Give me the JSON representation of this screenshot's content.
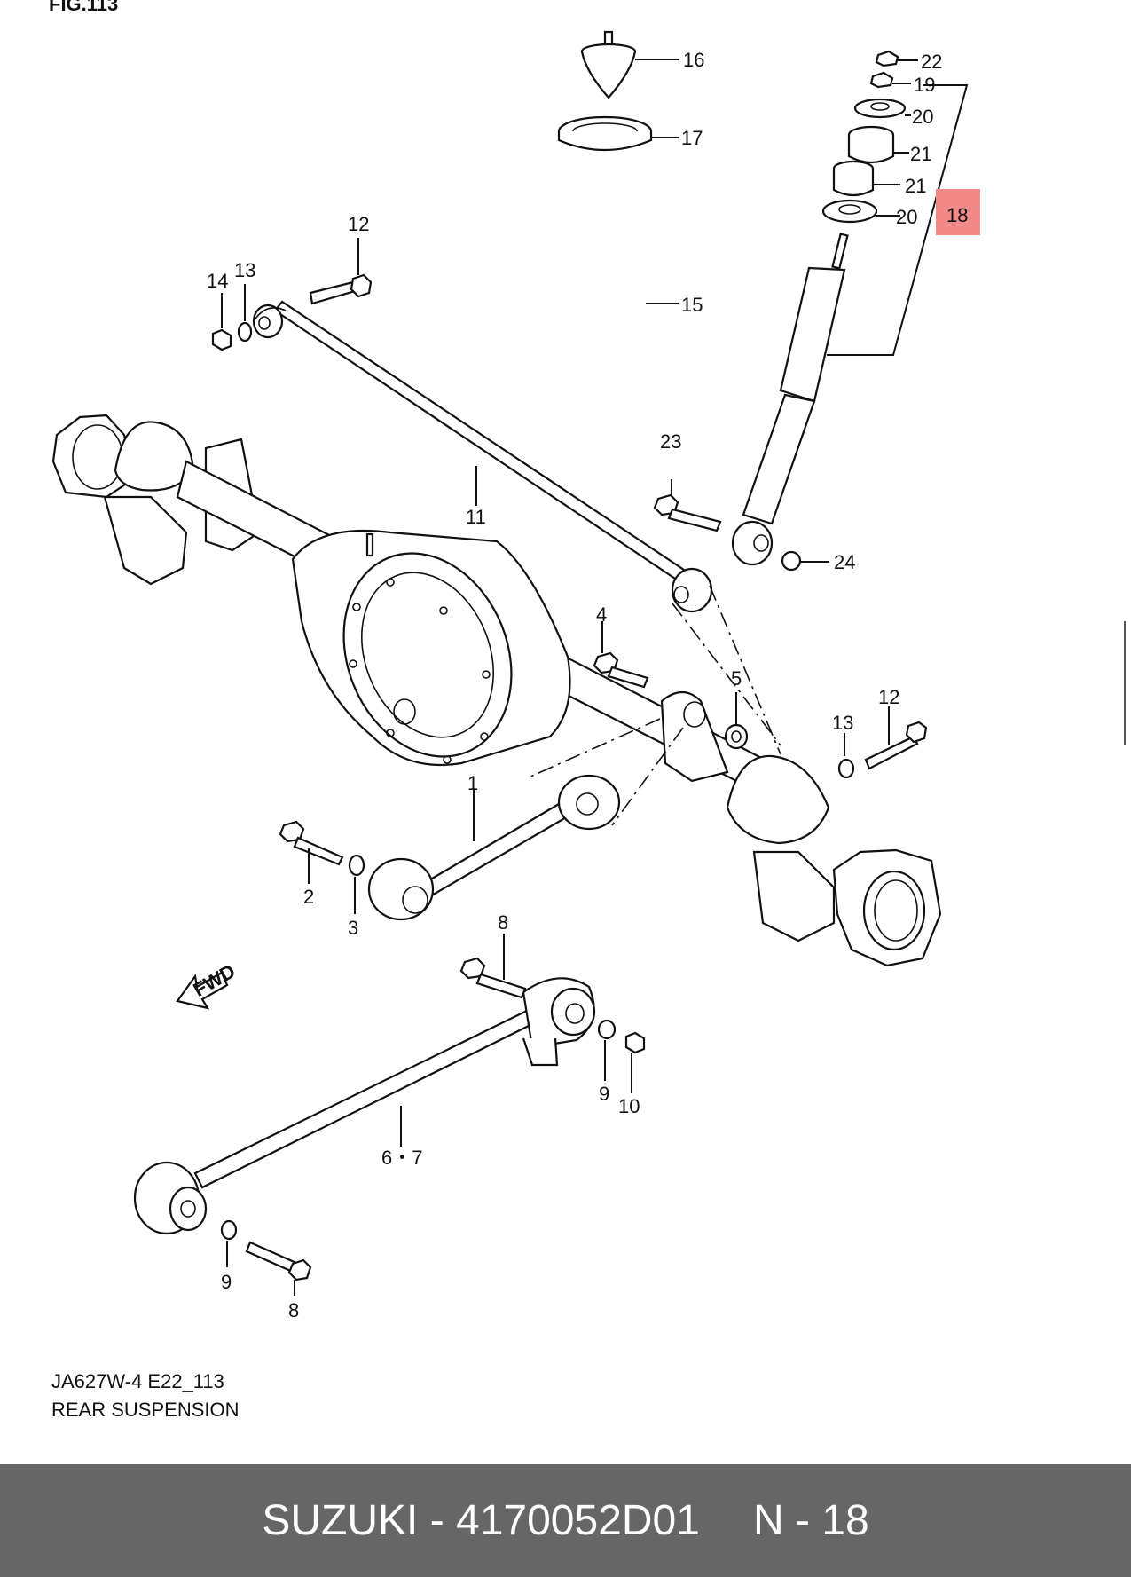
{
  "diagram": {
    "title_fragment": "FIG.113",
    "labels": {
      "l1": "1",
      "l2": "2",
      "l3": "3",
      "l4": "4",
      "l5": "5",
      "l67": "6・7",
      "l8a": "8",
      "l8b": "8",
      "l9a": "9",
      "l9b": "9",
      "l10": "10",
      "l11": "11",
      "l12a": "12",
      "l12b": "12",
      "l13a": "13",
      "l13b": "13",
      "l14": "14",
      "l15": "15",
      "l16": "16",
      "l17": "17",
      "l18": "18",
      "l19": "19",
      "l20a": "20",
      "l20b": "20",
      "l21a": "21",
      "l21b": "21",
      "l22": "22",
      "l23": "23",
      "l24": "24"
    },
    "fwd": "FWD",
    "highlight_color": "#f28a8a"
  },
  "caption": {
    "code": "JA627W-4 E22_113",
    "name": "REAR SUSPENSION"
  },
  "footer": {
    "brand_part": "SUZUKI - 4170052D01",
    "position": "N - 18",
    "background": "#666666"
  }
}
